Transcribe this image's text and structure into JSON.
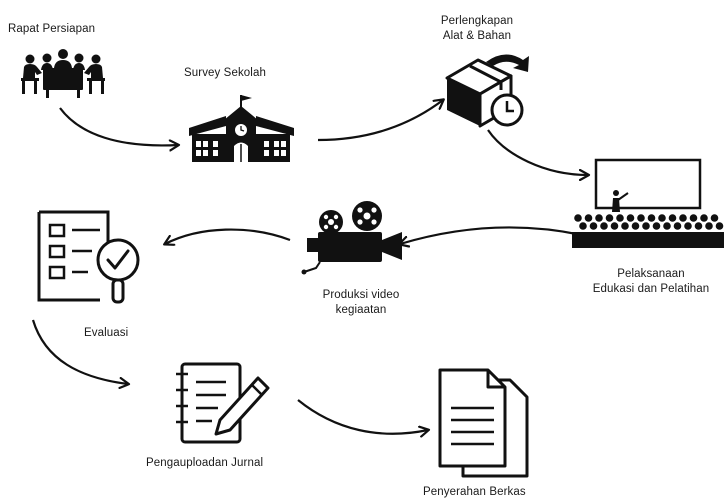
{
  "steps": [
    {
      "label": "Rapat Persiapan",
      "icon": "meeting-table-icon"
    },
    {
      "label": "Survey Sekolah",
      "icon": "school-building-icon"
    },
    {
      "label_lines": [
        "Perlengkapan",
        "Alat & Bahan"
      ],
      "icon": "box-with-clock-icon"
    },
    {
      "label_lines": [
        "Pelaksanaan",
        "Edukasi dan Pelatihan"
      ],
      "icon": "audience-presentation-icon"
    },
    {
      "label_lines": [
        "Produksi video",
        "kegiaatan"
      ],
      "icon": "video-camera-icon"
    },
    {
      "label": "Evaluasi",
      "icon": "checklist-magnifier-icon"
    },
    {
      "label": "Pengauploadan Jurnal",
      "icon": "notebook-pencil-icon"
    },
    {
      "label": "Penyerahan Berkas",
      "icon": "documents-icon"
    }
  ],
  "colors": {
    "ink": "#111111",
    "background": "#ffffff"
  }
}
